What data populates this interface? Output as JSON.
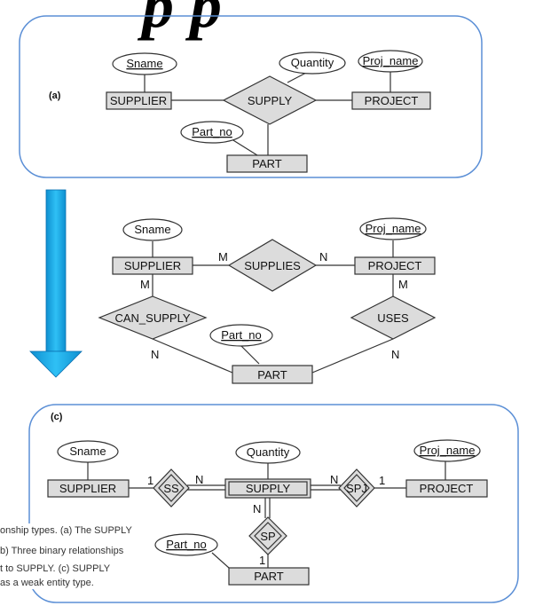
{
  "header": {
    "title": "p p"
  },
  "panel_a": {
    "label": "(a)",
    "entities": {
      "supplier": "SUPPLIER",
      "project": "PROJECT",
      "part": "PART"
    },
    "relationship": "SUPPLY",
    "attributes": {
      "sname": "Sname",
      "quantity": "Quantity",
      "proj_name": "Proj_name",
      "part_no": "Part_no"
    }
  },
  "panel_b": {
    "entities": {
      "supplier": "SUPPLIER",
      "project": "PROJECT",
      "part": "PART"
    },
    "relationships": {
      "supplies": "SUPPLIES",
      "can_supply": "CAN_SUPPLY",
      "uses": "USES"
    },
    "attributes": {
      "sname": "Sname",
      "proj_name": "Proj_name",
      "part_no": "Part_no"
    },
    "cardinalities": {
      "supplies_left": "M",
      "supplies_right": "N",
      "can_supply_top": "M",
      "can_supply_bottom": "N",
      "uses_top": "M",
      "uses_bottom": "N"
    }
  },
  "panel_c": {
    "label": "(c)",
    "entities": {
      "supplier": "SUPPLIER",
      "project": "PROJECT",
      "part": "PART",
      "supply": "SUPPLY"
    },
    "relationships": {
      "ss": "SS",
      "spj": "SPJ",
      "sp": "SP"
    },
    "attributes": {
      "sname": "Sname",
      "quantity": "Quantity",
      "proj_name": "Proj_name",
      "part_no": "Part_no"
    },
    "cardinalities": {
      "ss_left": "1",
      "ss_right": "N",
      "spj_left": "N",
      "spj_right": "1",
      "sp_top": "N",
      "sp_bottom": "1"
    }
  },
  "caption": {
    "lines": [
      "onship types. (a) The SUPPLY",
      "b) Three binary relationships",
      "t to SUPPLY. (c) SUPPLY",
      "as a weak entity type."
    ]
  },
  "colors": {
    "arrow": "#1aa8e8",
    "frame": "#5b8fd6"
  }
}
